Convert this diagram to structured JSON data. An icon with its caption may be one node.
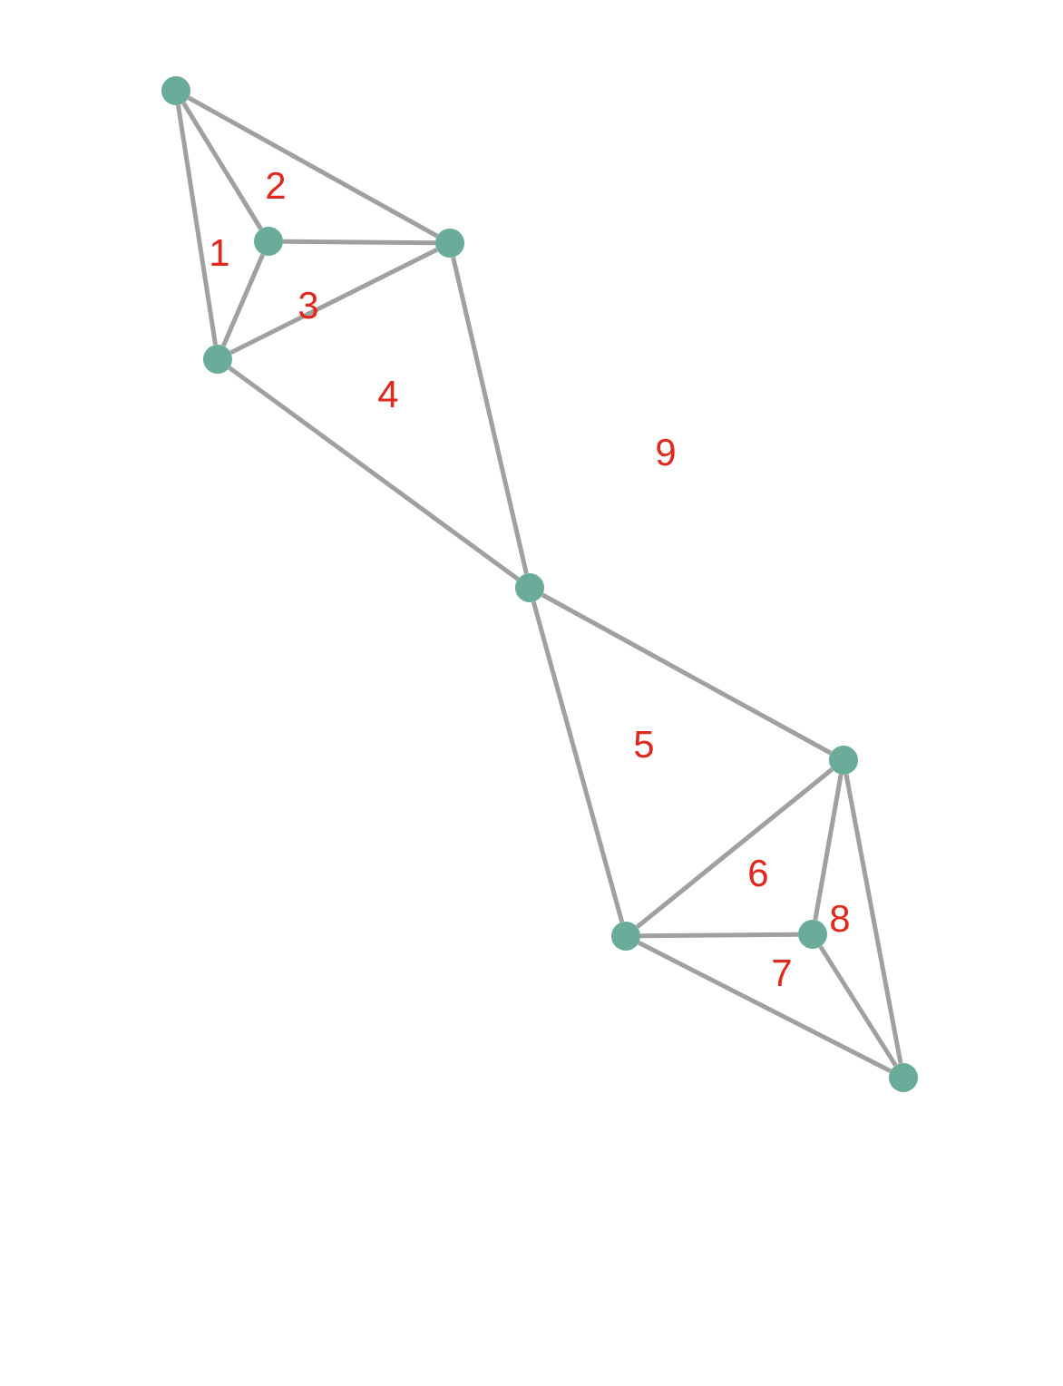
{
  "diagram": {
    "nodes": [
      {
        "text": [],
        "shape": "circle"
      },
      {
        "text": [],
        "shape": "circle"
      },
      {
        "text": [],
        "shape": "circle"
      },
      {
        "text": [],
        "shape": "circle"
      },
      {
        "text": [],
        "shape": "circle"
      },
      {
        "text": [],
        "shape": "circle"
      },
      {
        "text": [],
        "shape": "circle"
      },
      {
        "text": [],
        "shape": "circle"
      },
      {
        "text": [],
        "shape": "circle"
      }
    ],
    "edges": [
      {
        "from": 0,
        "to": 1,
        "arrow": "none"
      },
      {
        "from": 0,
        "to": 2,
        "arrow": "none"
      },
      {
        "from": 0,
        "to": 3,
        "arrow": "none"
      },
      {
        "from": 1,
        "to": 2,
        "arrow": "none"
      },
      {
        "from": 1,
        "to": 3,
        "arrow": "none"
      },
      {
        "from": 2,
        "to": 3,
        "arrow": "none"
      },
      {
        "from": 2,
        "to": 4,
        "arrow": "none"
      },
      {
        "from": 3,
        "to": 4,
        "arrow": "none"
      },
      {
        "from": 4,
        "to": 5,
        "arrow": "none"
      },
      {
        "from": 4,
        "to": 6,
        "arrow": "none"
      },
      {
        "from": 5,
        "to": 6,
        "arrow": "none"
      },
      {
        "from": 5,
        "to": 7,
        "arrow": "none"
      },
      {
        "from": 5,
        "to": 8,
        "arrow": "none"
      },
      {
        "from": 6,
        "to": 7,
        "arrow": "none"
      },
      {
        "from": 6,
        "to": 8,
        "arrow": "none"
      },
      {
        "from": 7,
        "to": 8,
        "arrow": "none"
      }
    ],
    "labels": [
      "2",
      "1",
      "3",
      "4",
      "9",
      "5",
      "6",
      "8",
      "7"
    ]
  }
}
